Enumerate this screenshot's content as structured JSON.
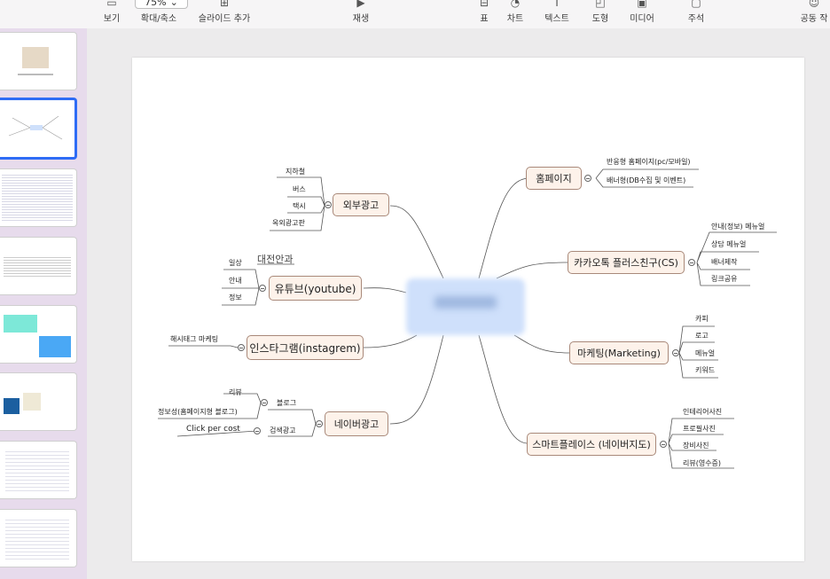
{
  "toolbar": {
    "zoom_value": "75%",
    "items": [
      {
        "label": "보기",
        "icon": "view-icon"
      },
      {
        "label": "확대/축소",
        "icon": "zoom-icon"
      },
      {
        "label": "슬라이드 추가",
        "icon": "add-slide-icon"
      },
      {
        "label": "재생",
        "icon": "play-icon"
      },
      {
        "label": "표",
        "icon": "table-icon"
      },
      {
        "label": "차트",
        "icon": "chart-icon"
      },
      {
        "label": "텍스트",
        "icon": "text-icon"
      },
      {
        "label": "도형",
        "icon": "shape-icon"
      },
      {
        "label": "미디어",
        "icon": "media-icon"
      },
      {
        "label": "주석",
        "icon": "comment-icon"
      },
      {
        "label": "공동 작",
        "icon": "collaborate-icon"
      }
    ]
  },
  "mindmap": {
    "right_branches": [
      {
        "label": "홈페이지",
        "leaves": [
          "반응형 홈페이지(pc/모바일)",
          "배너형(DB수집 및 이벤트)"
        ]
      },
      {
        "label": "카카오톡 플러스친구(CS)",
        "leaves": [
          "안내(정보) 메뉴얼",
          "상담 메뉴얼",
          "배너제작",
          "링크공유"
        ]
      },
      {
        "label": "마케팅(Marketing)",
        "leaves": [
          "카피",
          "로고",
          "메뉴얼",
          "키워드"
        ]
      },
      {
        "label": "스마트플레이스 (네이버지도)",
        "leaves": [
          "인테리어사진",
          "프로필사진",
          "장비사진",
          "리뷰(영수증)"
        ]
      }
    ],
    "left_branches": [
      {
        "label": "외부광고",
        "leaves": [
          "지하철",
          "버스",
          "택시",
          "옥외광고판"
        ]
      },
      {
        "label": "유튜브(youtube)",
        "note": "대전안과",
        "leaves": [
          "일상",
          "안내",
          "정보"
        ]
      },
      {
        "label": "인스타그램(instagrem)",
        "leaves": [
          "해시태그 마케팅"
        ]
      },
      {
        "label": "네이버광고",
        "sub": [
          {
            "label": "블로그",
            "leaves": [
              "리뷰",
              "정보성(홈페이지형 블로그)"
            ]
          },
          {
            "label": "검색광고",
            "leaves": [
              "Click per cost"
            ]
          }
        ]
      }
    ]
  }
}
